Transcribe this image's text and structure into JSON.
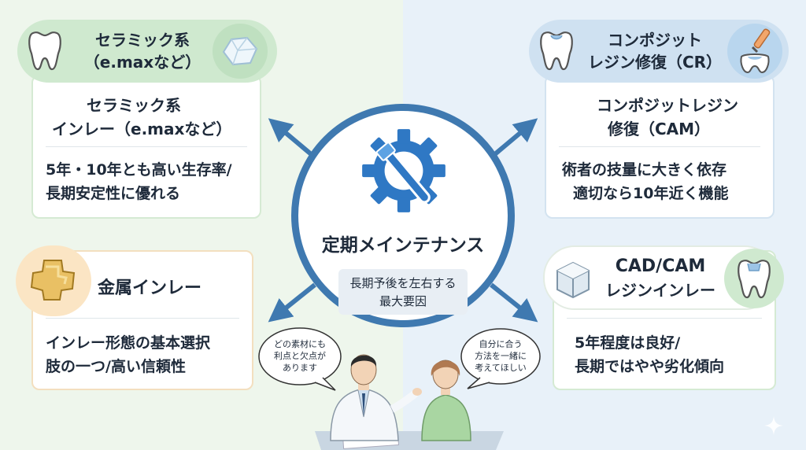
{
  "center": {
    "title": "定期メインテナンス",
    "subtitle_line1": "長期予後を左右する",
    "subtitle_line2": "最大要因"
  },
  "ceramic": {
    "title_line1": "セラミック系",
    "title_line2": "（e.maxなど）",
    "name_line1": "セラミック系",
    "name_line2": "インレー（e.maxなど）",
    "desc_line1": "5年・10年とも高い生存率/",
    "desc_line2": "長期安定性に優れる"
  },
  "composite": {
    "title_line1": "コンポジット",
    "title_line2": "レジン修復（CR）",
    "name_line1": "コンポジットレジン",
    "name_line2": "修復（CAM）",
    "desc_line1": "術者の技量に大きく依存",
    "desc_line2": "適切なら10年近く機能"
  },
  "metal": {
    "title": "金属インレー",
    "desc_line1": "インレー形態の基本選択",
    "desc_line2": "肢の一つ/高い信頼性"
  },
  "cadcam": {
    "title_line1": "CAD/CAM",
    "title_line2": "レジンインレー",
    "desc_line1": "5年程度は良好/",
    "desc_line2": "長期ではやや劣化傾向"
  },
  "bubbles": {
    "patient_line1": "どの素材にも",
    "patient_line2": "利点と欠点が",
    "patient_line3": "あります",
    "doctor_line1": "自分に合う",
    "doctor_line2": "方法を一緒に",
    "doctor_line3": "考えてほしい"
  },
  "colors": {
    "green_accent": "#cfe9cf",
    "blue_accent": "#cfe1f1",
    "orange_accent": "#fbe5c4",
    "arrow_blue": "#3f79b0",
    "gear_blue": "#2f78c4"
  },
  "icons": {
    "center": "gear-toothbrush-icon",
    "ceramic": "tooth-icon",
    "ceramic_material": "ceramic-crystal-icon",
    "composite": "tooth-filling-icon",
    "composite_tool": "dental-applicator-icon",
    "metal": "gold-inlay-icon",
    "cadcam": "resin-block-icon",
    "cadcam_tooth": "tooth-inlay-icon"
  }
}
